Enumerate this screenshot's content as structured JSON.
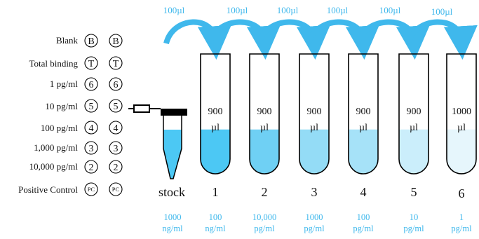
{
  "colors": {
    "arrow": "#3fb8ec",
    "conc_text": "#3fb8ec",
    "outline": "#000000"
  },
  "plate_rows": [
    {
      "label": "Blank",
      "well": "B"
    },
    {
      "label": "Total binding",
      "well": "T"
    },
    {
      "label": "1 pg/ml",
      "well": "6"
    },
    {
      "label": "10 pg/ml",
      "well": "5"
    },
    {
      "label": "100 pg/ml",
      "well": "4"
    },
    {
      "label": "1,000 pg/ml",
      "well": "3"
    },
    {
      "label": "10,000 pg/ml",
      "well": "2"
    },
    {
      "label": "Positive Control",
      "well": "PC"
    }
  ],
  "transfers": [
    "100µl",
    "100µl",
    "100µl",
    "100µl",
    "100µl",
    "100µl"
  ],
  "stock": {
    "label": "stock",
    "conc_value": "1000",
    "conc_unit": "ng/ml",
    "fill_color": "#4cc8f4"
  },
  "tubes": [
    {
      "number": "1",
      "vol_value": "900",
      "vol_unit": "µl",
      "conc_value": "100",
      "conc_unit": "ng/ml",
      "fill_color": "#4cc8f4",
      "fill_fraction": 0.37
    },
    {
      "number": "2",
      "vol_value": "900",
      "vol_unit": "µl",
      "conc_value": "10,000",
      "conc_unit": "pg/ml",
      "fill_color": "#6fd0f4",
      "fill_fraction": 0.37
    },
    {
      "number": "3",
      "vol_value": "900",
      "vol_unit": "µl",
      "conc_value": "1000",
      "conc_unit": "pg/ml",
      "fill_color": "#94dcf6",
      "fill_fraction": 0.37
    },
    {
      "number": "4",
      "vol_value": "900",
      "vol_unit": "µl",
      "conc_value": "100",
      "conc_unit": "pg/ml",
      "fill_color": "#a6e2f8",
      "fill_fraction": 0.37
    },
    {
      "number": "5",
      "vol_value": "900",
      "vol_unit": "µl",
      "conc_value": "10",
      "conc_unit": "pg/ml",
      "fill_color": "#cbeefb",
      "fill_fraction": 0.37
    },
    {
      "number": "6",
      "vol_value": "1000",
      "vol_unit": "µl",
      "conc_value": "1",
      "conc_unit": "pg/ml",
      "fill_color": "#e6f6fc",
      "fill_fraction": 0.37
    }
  ]
}
